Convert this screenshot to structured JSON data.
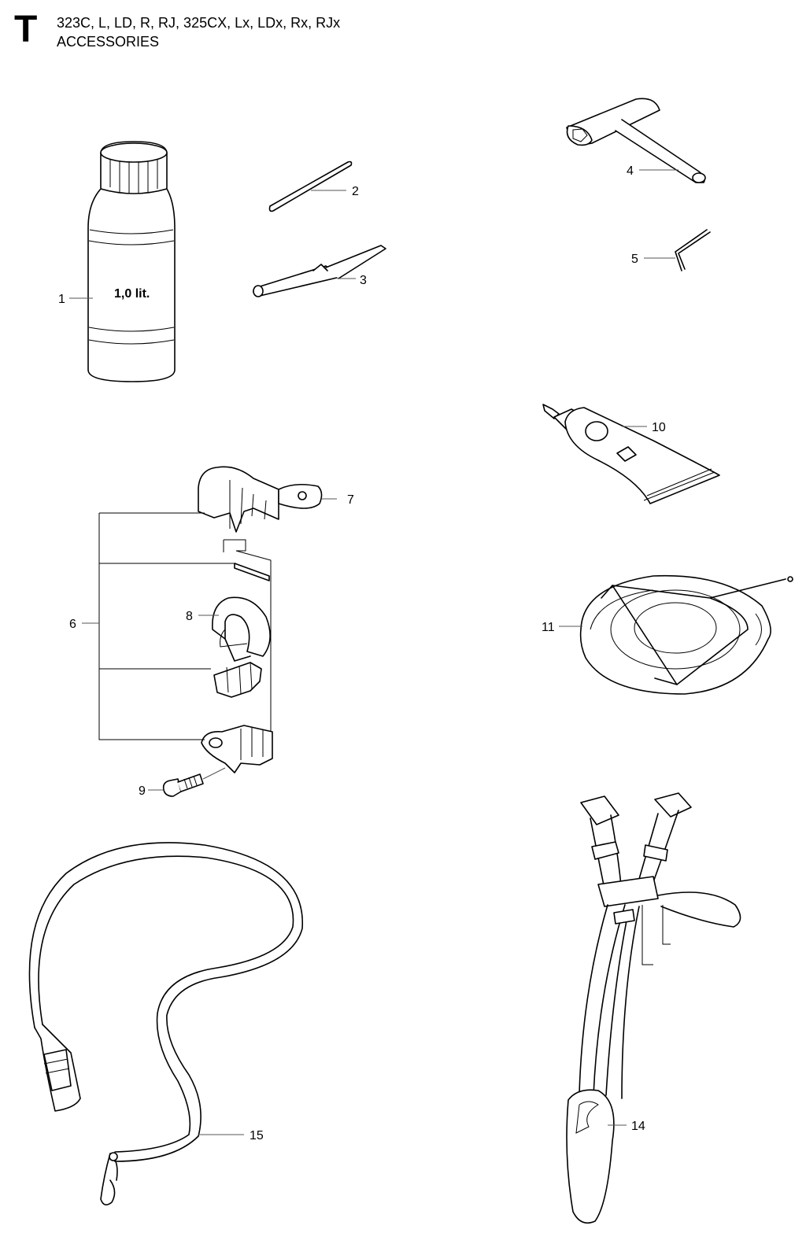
{
  "header": {
    "section_letter": "T",
    "models": "323C, L, LD, R, RJ, 325CX, Lx, LDx, Rx, RJx",
    "title": "ACCESSORIES"
  },
  "bottle_label": "1,0 lit.",
  "callouts": [
    "1",
    "2",
    "3",
    "4",
    "5",
    "6",
    "7",
    "8",
    "9",
    "10",
    "11",
    "14",
    "15"
  ]
}
